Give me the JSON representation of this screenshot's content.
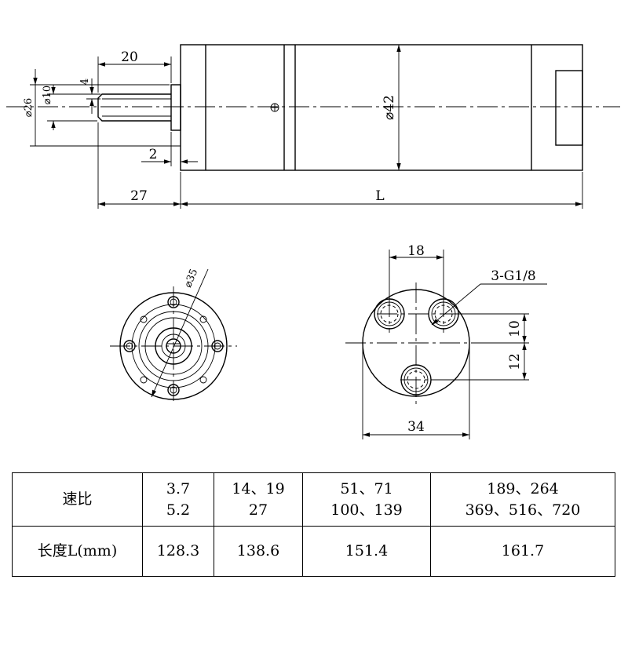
{
  "drawing": {
    "side_view": {
      "shaft_length": "20",
      "flat": "4",
      "shaft_dia": "⌀10",
      "pilot_dia": "⌀26",
      "flange_thickness": "2",
      "front_length": "27",
      "body_length": "L",
      "body_dia": "⌀42"
    },
    "front_view": {
      "bolt_circle": "⌀35"
    },
    "rear_view": {
      "port_spacing": "18",
      "ports": "3-G1/8",
      "offset_upper": "10",
      "offset_lower": "12",
      "body_width": "34"
    }
  },
  "table": {
    "header_ratio": "速比",
    "header_length": "长度L(mm)",
    "columns": [
      {
        "ratios": [
          "3.7",
          "5.2"
        ],
        "length": "128.3"
      },
      {
        "ratios": [
          "14、19",
          "27"
        ],
        "length": "138.6"
      },
      {
        "ratios": [
          "51、71",
          "100、139"
        ],
        "length": "151.4"
      },
      {
        "ratios": [
          "189、264",
          "369、516、720"
        ],
        "length": "161.7"
      }
    ]
  }
}
